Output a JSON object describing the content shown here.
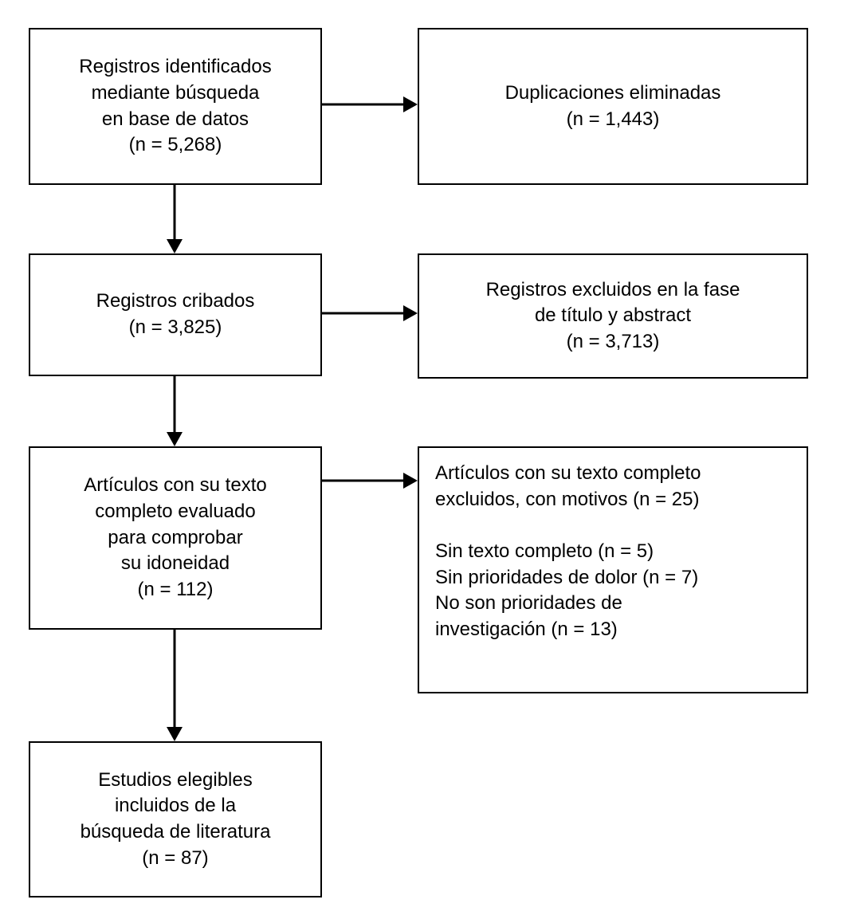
{
  "diagram": {
    "type": "prisma-flowchart",
    "language": "es",
    "boxes": {
      "identified": {
        "lines": [
          "Registros identificados",
          "mediante búsqueda",
          "en base de datos",
          "(n = 5,268)"
        ],
        "n": 5268
      },
      "duplicates": {
        "lines": [
          "Duplicaciones eliminadas",
          "(n = 1,443)"
        ],
        "n": 1443
      },
      "screened": {
        "lines": [
          "Registros cribados",
          "(n = 3,825)"
        ],
        "n": 3825
      },
      "excluded_title": {
        "lines": [
          "Registros excluidos en la fase",
          "de título y abstract",
          "(n = 3,713)"
        ],
        "n": 3713
      },
      "fulltext": {
        "lines": [
          "Artículos con su texto",
          "completo evaluado",
          "para comprobar",
          "su idoneidad",
          "(n = 112)"
        ],
        "n": 112
      },
      "fulltext_excluded": {
        "lines": [
          "Artículos con su texto completo",
          "excluidos, con motivos (n = 25)",
          "",
          "Sin texto completo (n = 5)",
          "Sin prioridades de dolor (n = 7)",
          "No son prioridades de",
          "investigación (n = 13)"
        ],
        "n": 25
      },
      "included": {
        "lines": [
          "Estudios elegibles",
          "incluidos de la",
          "búsqueda de literatura",
          "(n = 87)"
        ],
        "n": 87
      }
    },
    "colors": {
      "border": "#000000",
      "background": "#ffffff",
      "text": "#000000"
    }
  }
}
